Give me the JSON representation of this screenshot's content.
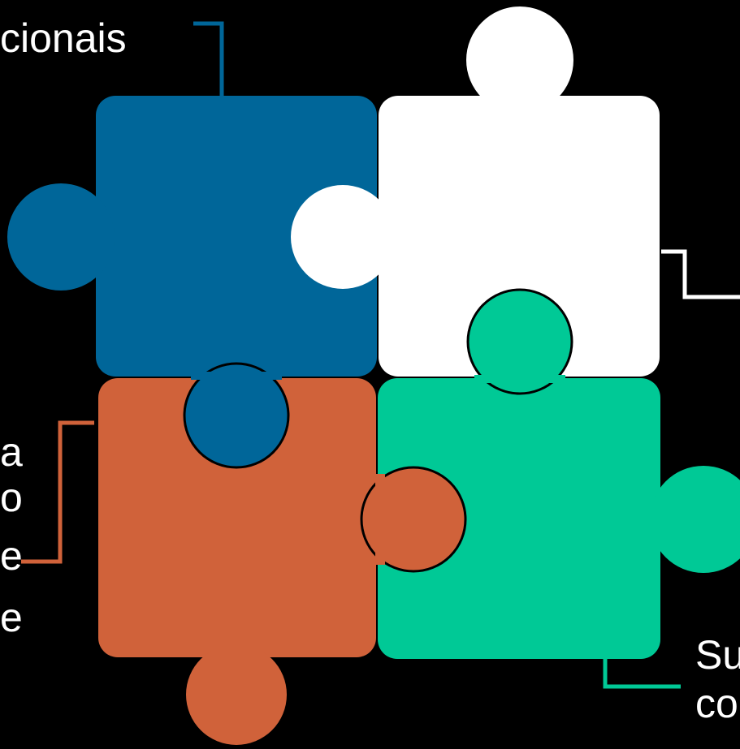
{
  "labels": {
    "top_left": "cionais",
    "bottom_right_line1": "Su",
    "bottom_right_line2": "co",
    "left_fragments": [
      "a",
      "o",
      "e",
      "e"
    ]
  },
  "colors": {
    "background": "#000000",
    "blue": "#006699",
    "white": "#ffffff",
    "orange": "#D0623A",
    "green": "#00C996"
  },
  "pieces": [
    {
      "name": "blue-piece",
      "color": "blue"
    },
    {
      "name": "white-piece",
      "color": "white"
    },
    {
      "name": "orange-piece",
      "color": "orange"
    },
    {
      "name": "green-piece",
      "color": "green"
    }
  ]
}
